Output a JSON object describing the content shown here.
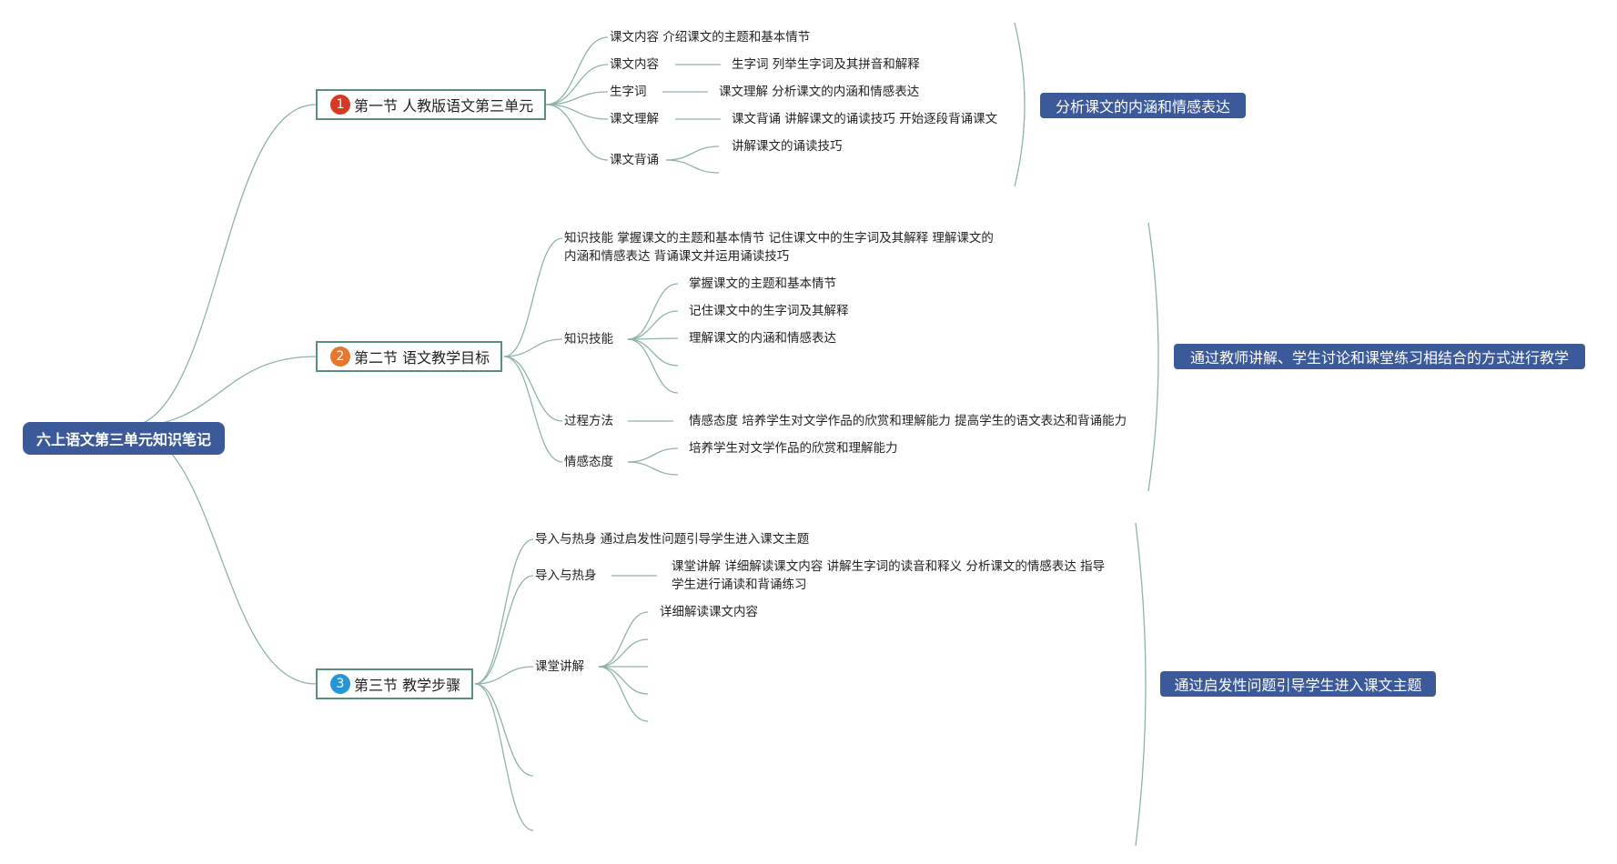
{
  "root": {
    "title": "六上语文第三单元知识笔记"
  },
  "colors": {
    "root_bg": "#3c5a9a",
    "line": "#8fb3a7",
    "section_border": "#5b8f7d"
  },
  "sections": [
    {
      "number": "1",
      "badge_color": "#d63a23",
      "title": "第一节 人教版语文第三单元",
      "summary": "分析课文的内涵和情感表达",
      "items": [
        {
          "label": "课文内容 介绍课文的主题和基本情节"
        },
        {
          "label": "课文内容",
          "detail": "生字词 列举生字词及其拼音和解释"
        },
        {
          "label": "生字词",
          "detail": "课文理解 分析课文的内涵和情感表达"
        },
        {
          "label": "课文理解",
          "detail": "课文背诵 讲解课文的诵读技巧 开始逐段背诵课文"
        },
        {
          "label": "课文背诵",
          "children": [
            "讲解课文的诵读技巧",
            ""
          ]
        }
      ]
    },
    {
      "number": "2",
      "badge_color": "#e8772e",
      "title": "第二节 语文教学目标",
      "summary": "通过教师讲解、学生讨论和课堂练习相结合的方式进行教学",
      "items": [
        {
          "label": "知识技能 掌握课文的主题和基本情节 记住课文中的生字词及其解释 理解课文的",
          "label2": "内涵和情感表达 背诵课文并运用诵读技巧"
        },
        {
          "label": "知识技能",
          "children": [
            "掌握课文的主题和基本情节",
            "记住课文中的生字词及其解释",
            "理解课文的内涵和情感表达",
            "",
            ""
          ]
        },
        {
          "label": "过程方法",
          "detail": "情感态度 培养学生对文学作品的欣赏和理解能力 提高学生的语文表达和背诵能力"
        },
        {
          "label": "情感态度",
          "children": [
            "培养学生对文学作品的欣赏和理解能力",
            ""
          ]
        }
      ]
    },
    {
      "number": "3",
      "badge_color": "#2596d8",
      "title": "第三节 教学步骤",
      "summary": "通过启发性问题引导学生进入课文主题",
      "items": [
        {
          "label": "导入与热身 通过启发性问题引导学生进入课文主题"
        },
        {
          "label": "导入与热身",
          "detail": "课堂讲解 详细解读课文内容 讲解生字词的读音和释义 分析课文的情感表达 指导",
          "detail2": "学生进行诵读和背诵练习"
        },
        {
          "label": "课堂讲解",
          "children": [
            "详细解读课文内容",
            "",
            "",
            "",
            ""
          ]
        }
      ]
    }
  ]
}
